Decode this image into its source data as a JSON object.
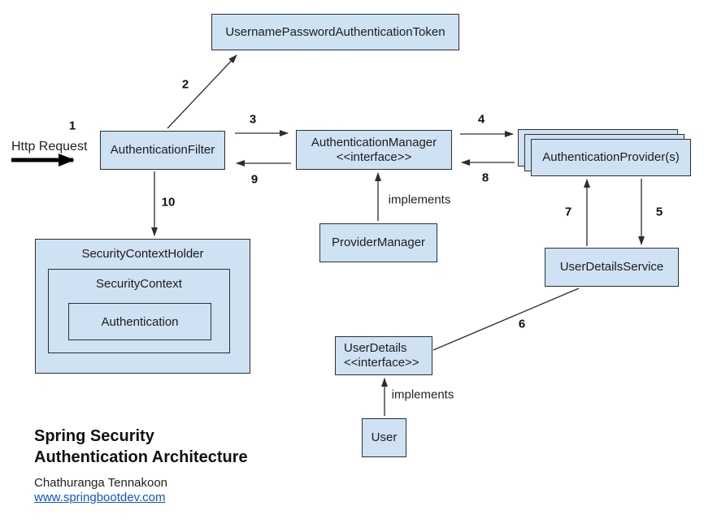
{
  "diagram": {
    "nodes": {
      "token": {
        "label": "UsernamePasswordAuthenticationToken"
      },
      "filter": {
        "label": "AuthenticationFilter"
      },
      "manager": {
        "label": "AuthenticationManager",
        "sublabel": "<<interface>>"
      },
      "providers": {
        "label": "AuthenticationProvider(s)"
      },
      "provider_manager": {
        "label": "ProviderManager"
      },
      "user_details_service": {
        "label": "UserDetailsService"
      },
      "user_details": {
        "label": "UserDetails",
        "sublabel": "<<interface>>"
      },
      "user": {
        "label": "User"
      },
      "security_context_holder": {
        "label": "SecurityContextHolder"
      },
      "security_context": {
        "label": "SecurityContext"
      },
      "authentication": {
        "label": "Authentication"
      }
    },
    "edge_labels": {
      "n1": "1",
      "n2": "2",
      "n3": "3",
      "n4": "4",
      "n5": "5",
      "n6": "6",
      "n7": "7",
      "n8": "8",
      "n9": "9",
      "n10": "10",
      "implements_manager": "implements",
      "implements_user": "implements"
    },
    "http_request_label": "Http Request"
  },
  "footer": {
    "title_line1": "Spring Security",
    "title_line2": "Authentication Architecture",
    "author": "Chathuranga Tennakoon",
    "link": "www.springbootdev.com"
  },
  "colors": {
    "node_fill": "#cfe2f3",
    "node_border": "#2b2f33",
    "arrow": "#2d2d2d",
    "link": "#1155cc"
  }
}
